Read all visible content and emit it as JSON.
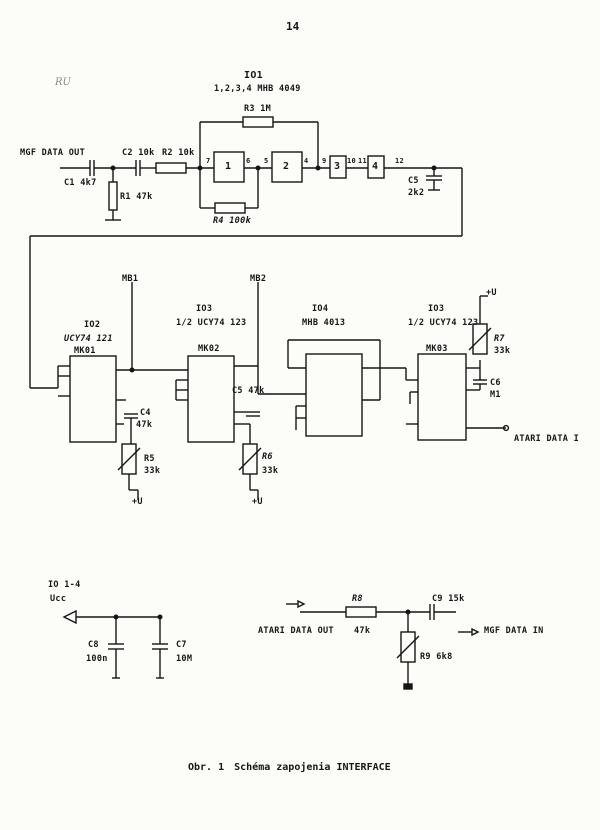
{
  "page_number": "14",
  "margin_note": "RU",
  "caption": {
    "prefix": "Obr. 1",
    "text": "Schéma zapojenia INTERFACE"
  },
  "labels": {
    "io1_title": "IO1",
    "io1_desc": "1,2,3,4  MHB 4049",
    "r3": "R3 1M",
    "mgf_out": "MGF DATA OUT",
    "c2": "C2 10k",
    "r2": "R2 10k",
    "c1": "C1 4k7",
    "r1": "R1 47k",
    "r4": "R4 100k",
    "c5": "C5",
    "c5v": "2k2",
    "g1": "1",
    "g2": "2",
    "g3": "3",
    "g4": "4",
    "p7": "7",
    "p6": "6",
    "p5": "5",
    "p4": "4",
    "p9": "9",
    "p10": "10",
    "p11": "11",
    "p12": "12",
    "mb1": "MB1",
    "mb2": "MB2",
    "io2": "IO2",
    "io2_type": "UCY74 121",
    "mk01": "MK01",
    "io3a": "IO3",
    "io3a_type": "1/2 UCY74 123",
    "mk02": "MK02",
    "io4": "IO4",
    "io4_type": "MHB 4013",
    "io3b": "IO3",
    "io3b_type": "1/2 UCY74 123",
    "mk03": "MK03",
    "plus_u": "+U",
    "r7": "R7",
    "r7v": "33k",
    "c6": "C6",
    "c6v": "M1",
    "atari_in": "ATARI DATA I",
    "r5": "R5",
    "r5v": "33k",
    "c4": "C4",
    "c4v": "47k",
    "r6": "R6",
    "r6v": "33k",
    "c5b": "C5 47k",
    "io14": "IO 1-4",
    "ucc": "Ucc",
    "c8": "C8",
    "c8v": "100n",
    "c7": "C7",
    "c7v": "10M",
    "r8": "R8",
    "atari_out": "ATARI DATA OUT",
    "r8v": "47k",
    "c9": "C9 15k",
    "mgf_in": "MGF DATA IN",
    "r9": "R9 6k8"
  }
}
